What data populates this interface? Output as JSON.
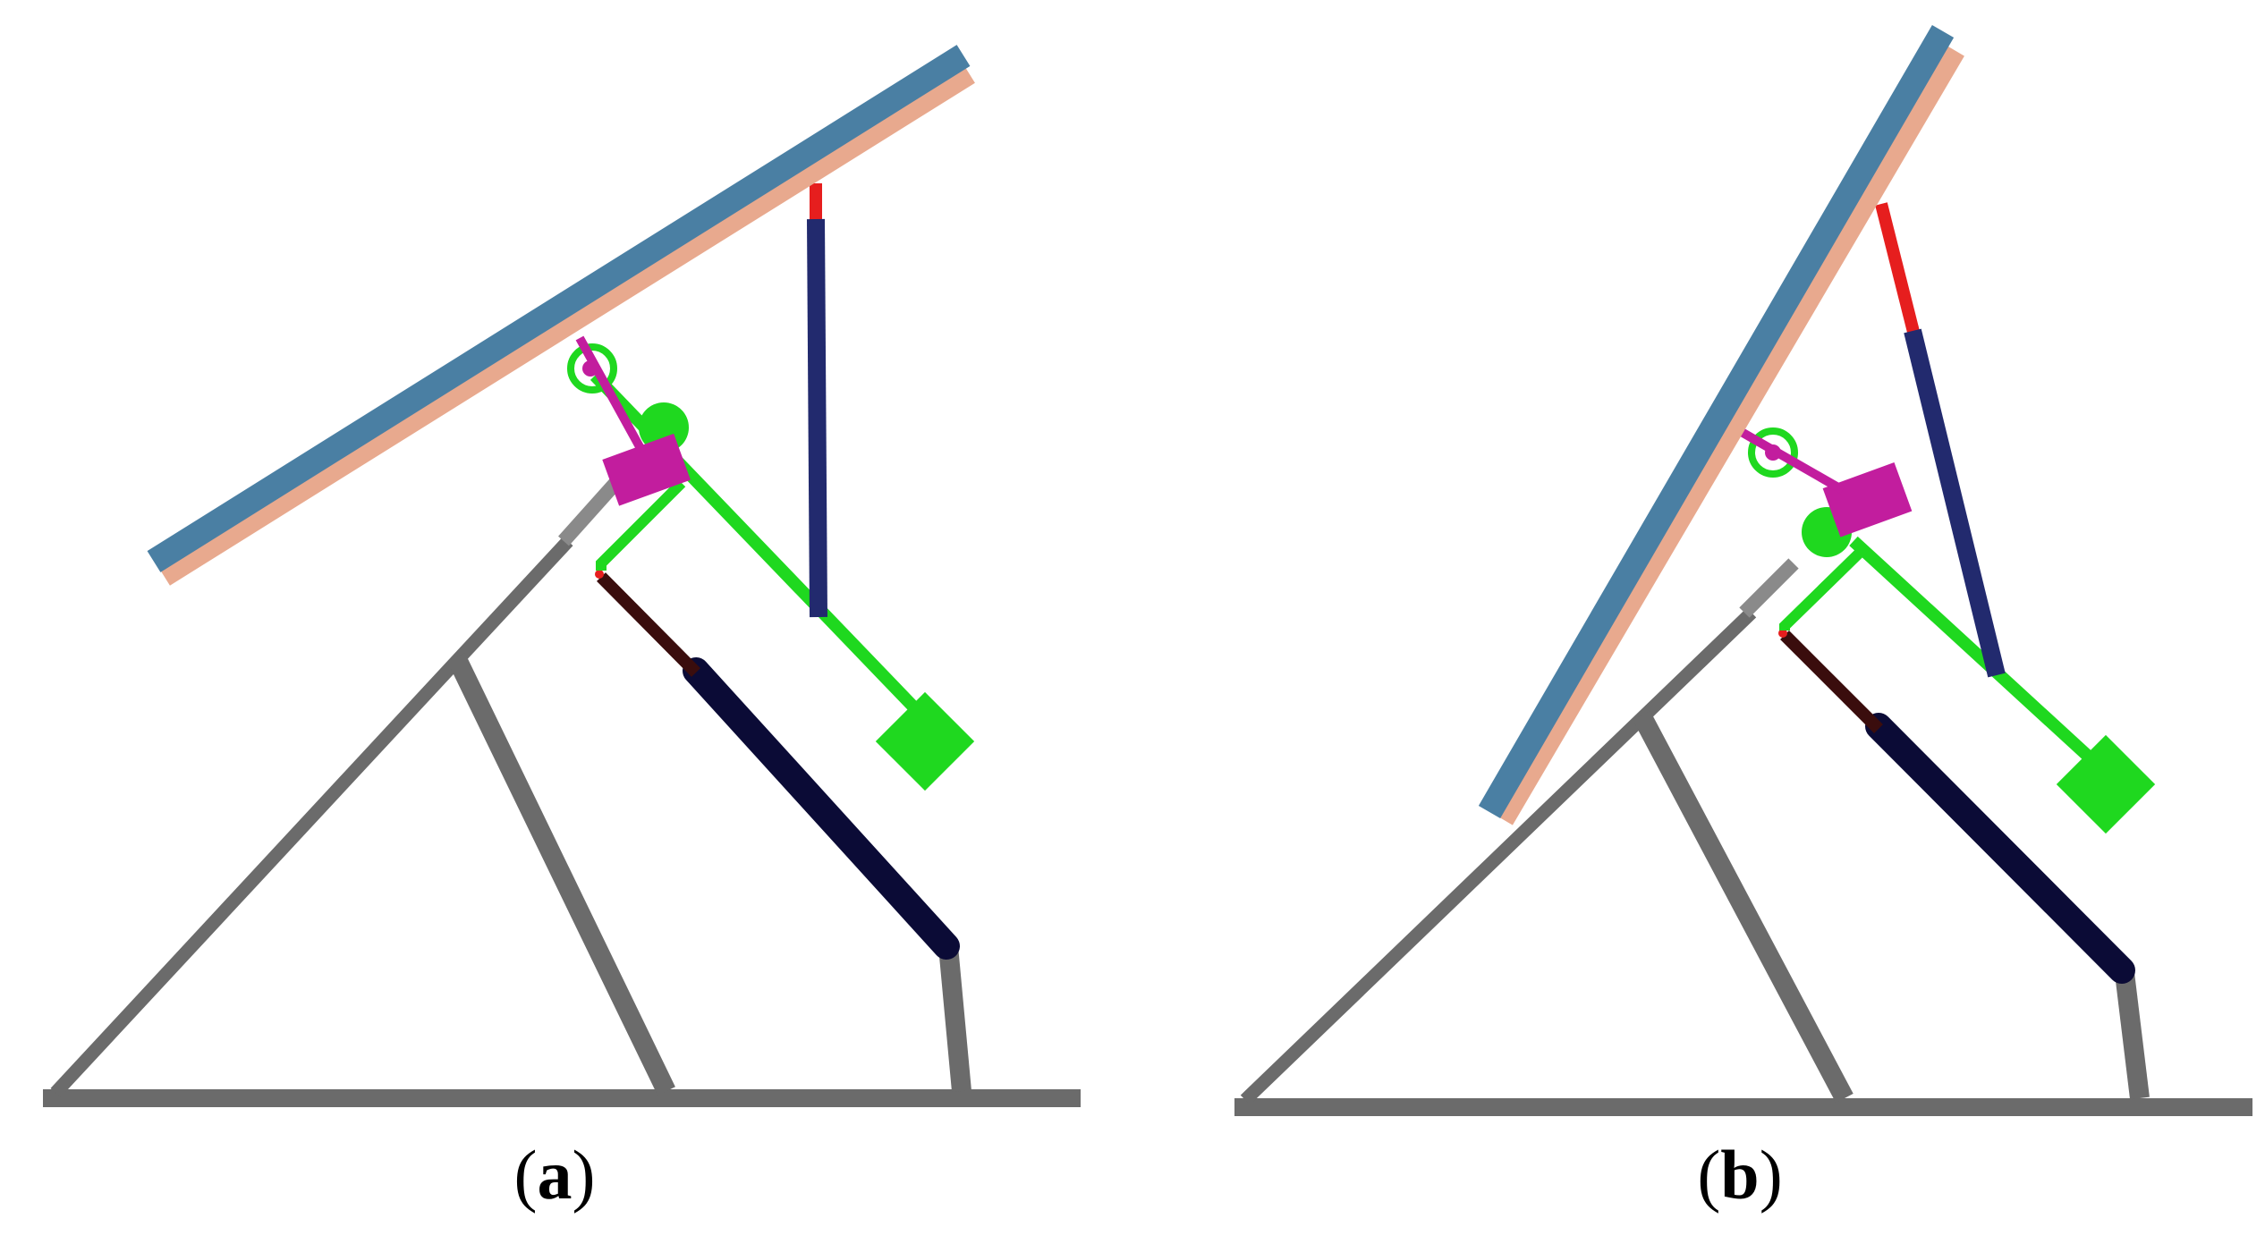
{
  "panels": [
    {
      "id": "a",
      "caption_open": "(",
      "caption_letter": "a",
      "caption_close": ")"
    },
    {
      "id": "b",
      "caption_open": "(",
      "caption_letter": "b",
      "caption_close": ")"
    }
  ],
  "colors": {
    "frame": "#6b6b6b",
    "panel": "#4a7fa3",
    "panel_back": "#e8a98e",
    "counterweight": "#1fd81f",
    "bearing": "#c21d9e",
    "actuator_dark": "#0b0b36",
    "actuator_tip": "#3a0d0d",
    "damper_body": "#222a6e",
    "damper_rod": "#e61e1e"
  }
}
